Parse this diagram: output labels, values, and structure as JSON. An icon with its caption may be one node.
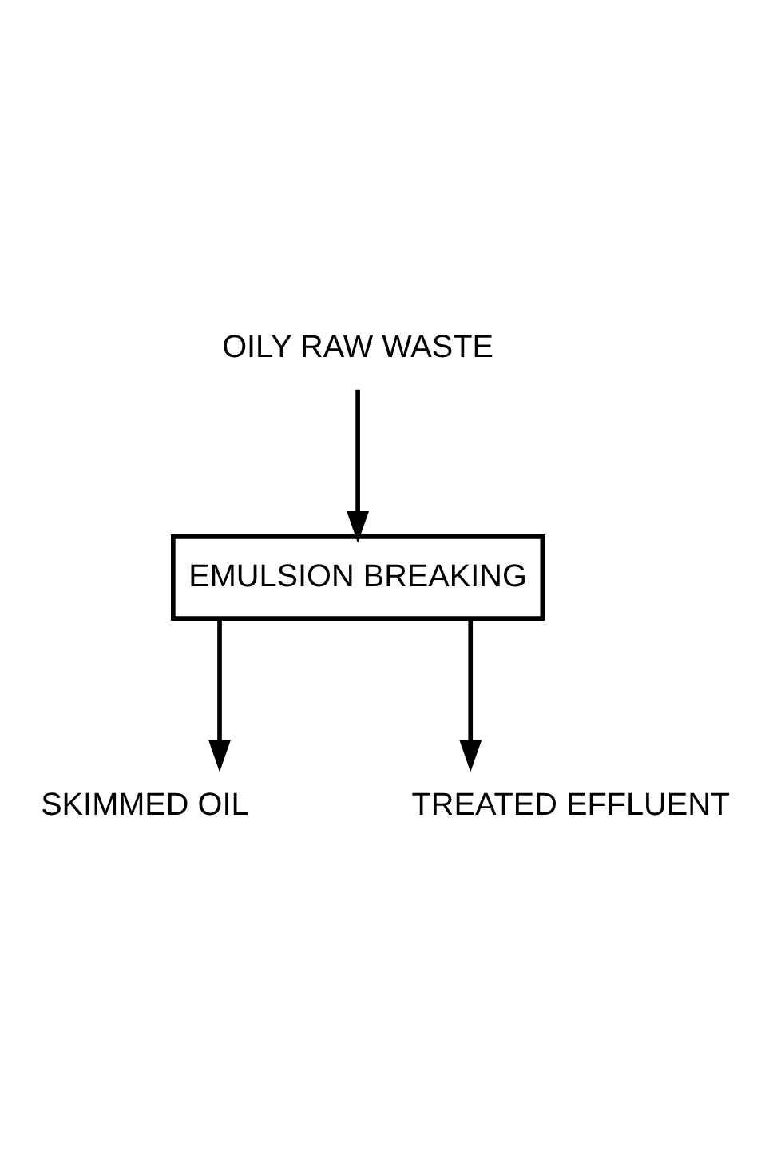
{
  "diagram": {
    "nodes": [
      {
        "text": [
          "OILY RAW WASTE"
        ]
      },
      {
        "text": [
          "EMULSION BREAKING"
        ]
      },
      {
        "text": [
          "SKIMMED OIL"
        ]
      },
      {
        "text": [
          "TREATED EFFLUENT"
        ]
      }
    ],
    "edges": [
      {
        "from": 0,
        "to": 1,
        "arrow": "to"
      },
      {
        "from": 1,
        "to": 2,
        "arrow": "to"
      },
      {
        "from": 1,
        "to": 3,
        "arrow": "to"
      }
    ]
  }
}
